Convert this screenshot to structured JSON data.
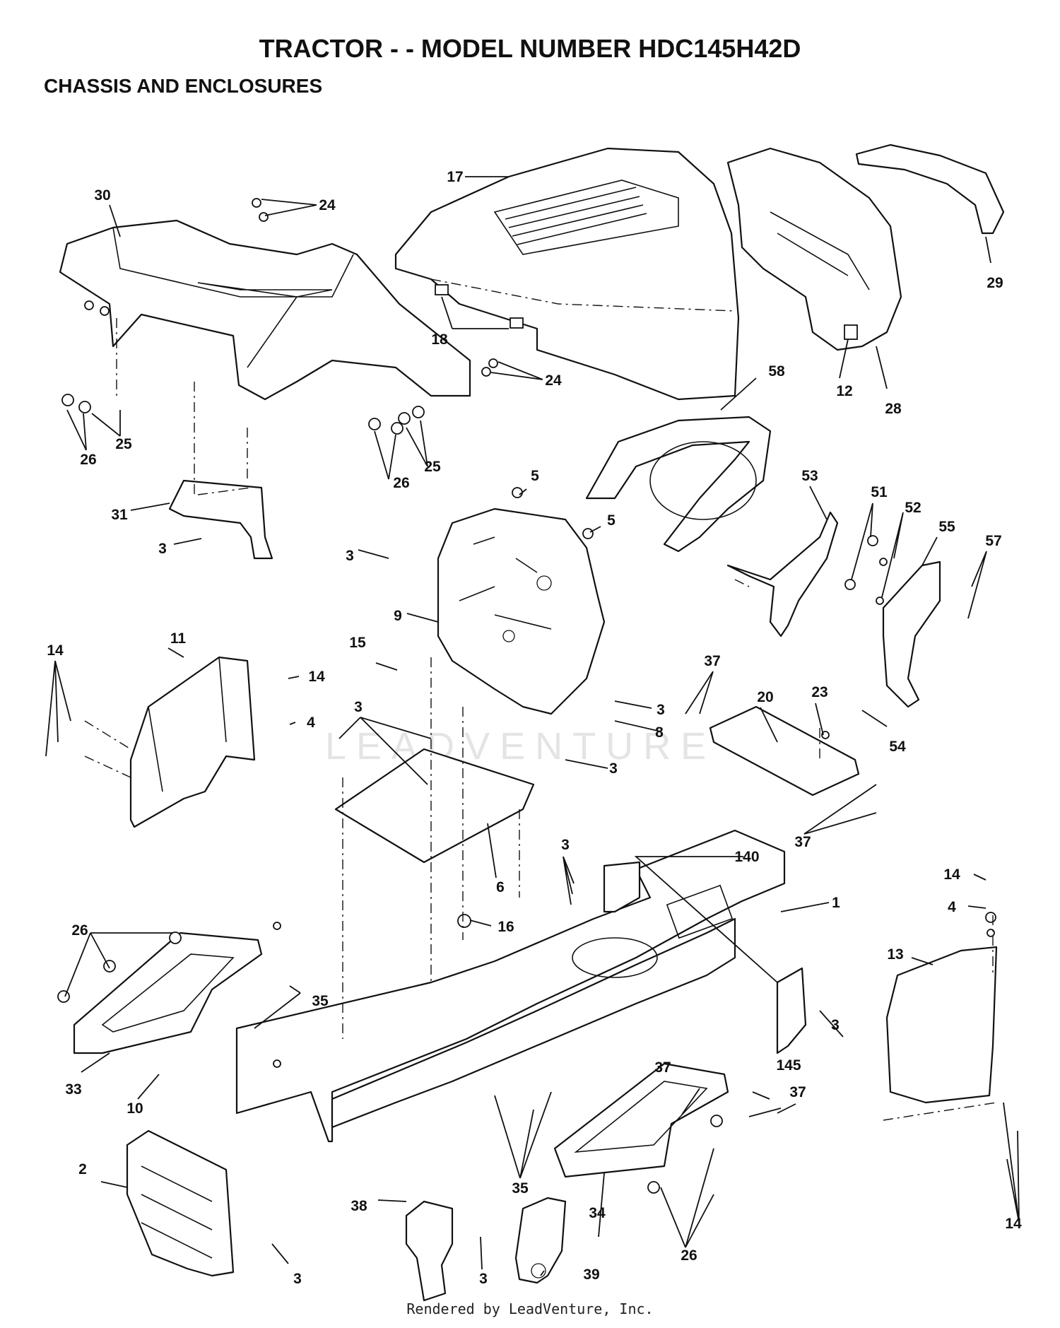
{
  "title": "TRACTOR - - MODEL NUMBER HDC145H42D",
  "subtitle": "CHASSIS AND ENCLOSURES",
  "watermark": "LEADVENTURE",
  "footer": "Rendered by LeadVenture, Inc.",
  "callouts": {
    "c30": "30",
    "c24a": "24",
    "c24b": "24",
    "c25a": "25",
    "c26a": "26",
    "c25b": "25",
    "c26b": "26",
    "c31": "31",
    "c3a": "3",
    "c17": "17",
    "c18": "18",
    "c12": "12",
    "c28": "28",
    "c29": "29",
    "c58": "58",
    "c5a": "5",
    "c5b": "5",
    "c3b": "3",
    "c9": "9",
    "c15": "15",
    "c3c": "3",
    "c53": "53",
    "c51": "51",
    "c52": "52",
    "c55": "55",
    "c57": "57",
    "c37a": "37",
    "c20": "20",
    "c23": "23",
    "c54": "54",
    "c37b": "37",
    "c14a": "14",
    "c11": "11",
    "c14b": "14",
    "c4a": "4",
    "c3d": "3",
    "c8": "8",
    "c3e": "3",
    "c6": "6",
    "c16": "16",
    "c3f": "3",
    "c140": "140",
    "c1": "1",
    "c14c": "14",
    "c4b": "4",
    "c13": "13",
    "c26c": "26",
    "c35a": "35",
    "c33": "33",
    "c10": "10",
    "c3g": "3",
    "c37c": "37",
    "c145": "145",
    "c37d": "37",
    "c35b": "35",
    "c34": "34",
    "c26d": "26",
    "c2": "2",
    "c3h": "3",
    "c38": "38",
    "c3i": "3",
    "c39": "39",
    "c14d": "14"
  }
}
